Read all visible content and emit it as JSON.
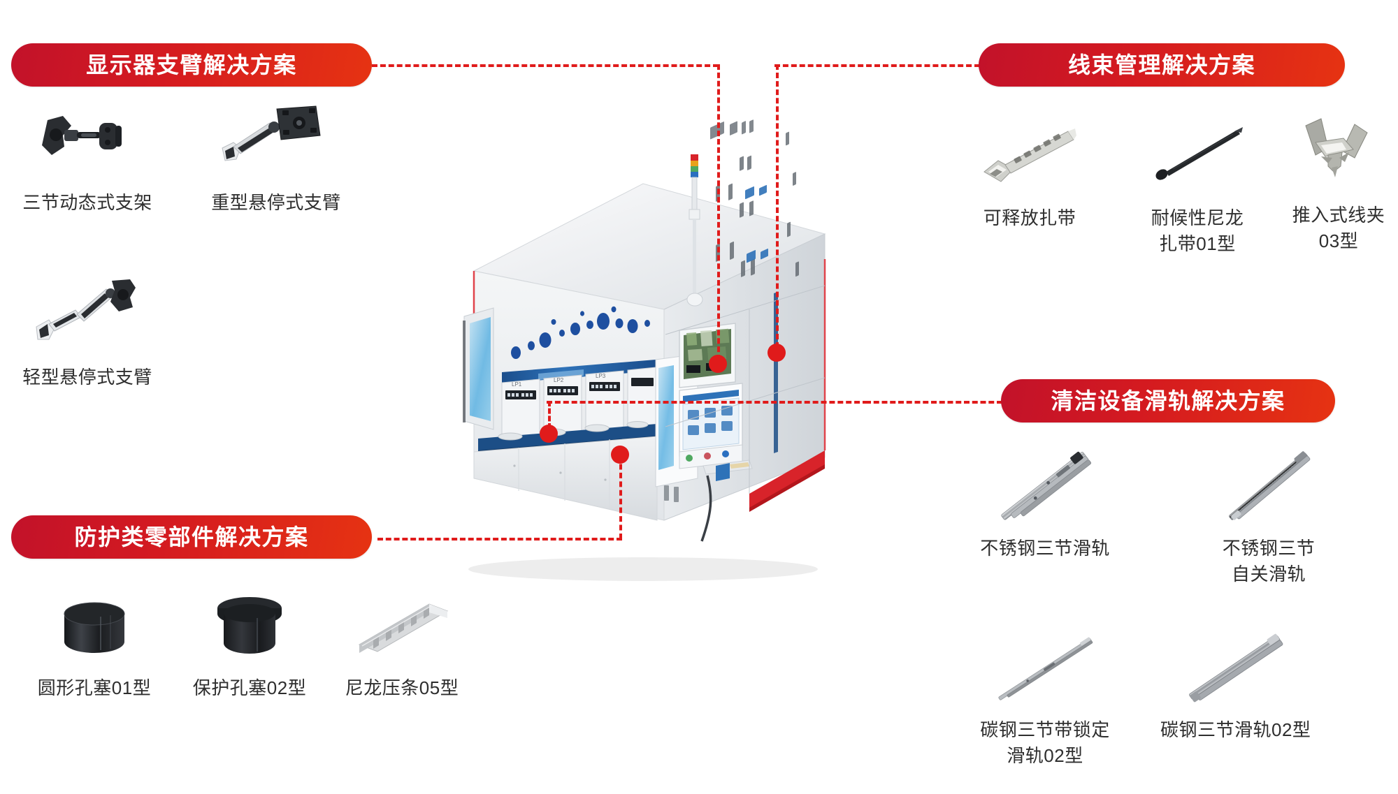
{
  "sections": [
    {
      "id": "monitor-arm",
      "banner": "显示器支臂解决方案",
      "products": [
        {
          "name": "三节动态式支架",
          "icon": "monitor-arm-wall-mount-icon"
        },
        {
          "name": "重型悬停式支臂",
          "icon": "heavy-duty-gas-spring-arm-icon"
        },
        {
          "name": "轻型悬停式支臂",
          "icon": "light-duty-gas-spring-arm-icon"
        }
      ]
    },
    {
      "id": "cable-management",
      "banner": "线束管理解决方案",
      "products": [
        {
          "name": "可释放扎带",
          "icon": "releasable-cable-tie-icon"
        },
        {
          "name": "耐候性尼龙\n扎带01型",
          "icon": "weather-resistant-nylon-tie-icon"
        },
        {
          "name": "推入式线夹\n03型",
          "icon": "push-mount-cable-clip-icon"
        }
      ]
    },
    {
      "id": "protective-parts",
      "banner": "防护类零部件解决方案",
      "products": [
        {
          "name": "圆形孔塞01型",
          "icon": "round-hole-plug-icon"
        },
        {
          "name": "保护孔塞02型",
          "icon": "protective-hole-plug-icon"
        },
        {
          "name": "尼龙压条05型",
          "icon": "nylon-edge-trim-icon"
        }
      ]
    },
    {
      "id": "slide-rail",
      "banner": "清洁设备滑轨解决方案",
      "products": [
        {
          "name": "不锈钢三节滑轨",
          "icon": "stainless-3-section-slide-icon"
        },
        {
          "name": "不锈钢三节\n自关滑轨",
          "icon": "stainless-3-section-self-close-slide-icon"
        },
        {
          "name": "碳钢三节带锁定\n滑轨02型",
          "icon": "carbon-steel-locking-slide-icon"
        },
        {
          "name": "碳钢三节滑轨02型",
          "icon": "carbon-steel-3-section-slide-icon"
        }
      ]
    }
  ],
  "machine": {
    "alt_name": "半导体清洗设备",
    "load_port_labels": [
      "LP1",
      "LP2",
      "LP3"
    ]
  },
  "colors": {
    "banner_start": "#C2122A",
    "banner_end": "#E63312",
    "connector": "#E01B1B",
    "label_text": "#2e2e2e",
    "machine_body": "#EDEFF1",
    "machine_accent": "#1B5FA8",
    "machine_base_red": "#D8232A"
  }
}
